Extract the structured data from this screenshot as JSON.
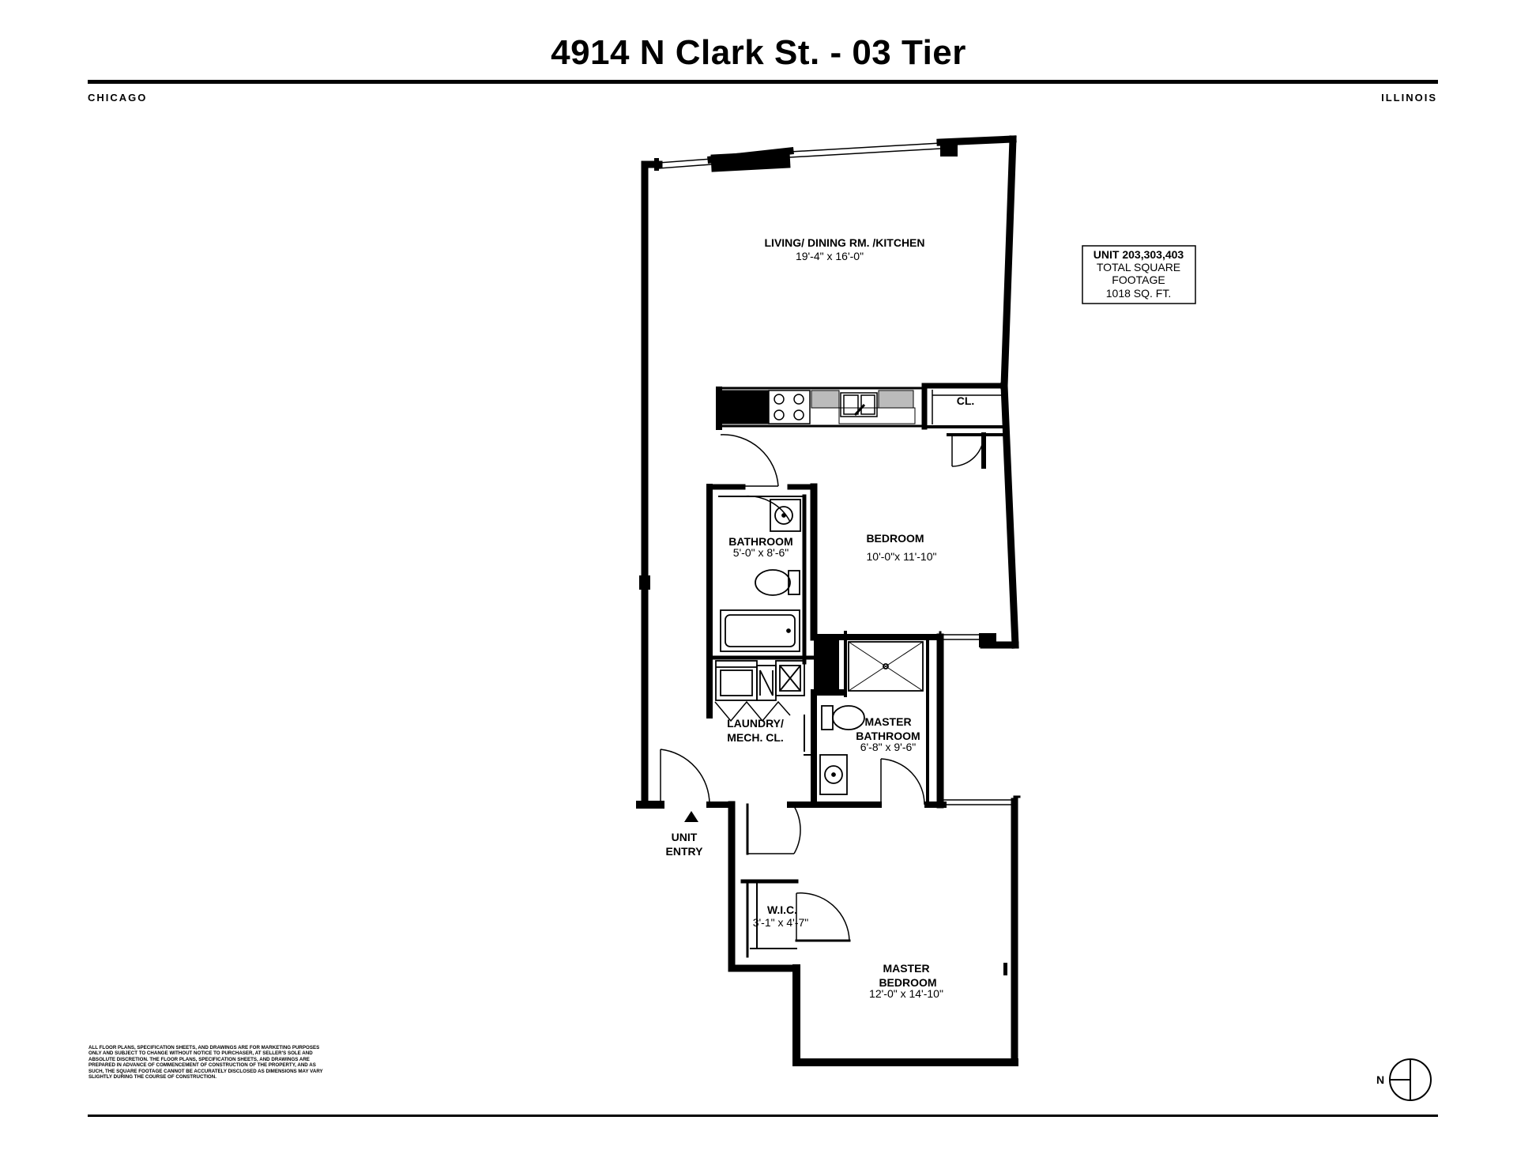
{
  "header": {
    "title": "4914 N Clark St. - 03 Tier",
    "city": "CHICAGO",
    "state": "ILLINOIS"
  },
  "rooms": {
    "living": {
      "name": "LIVING/ DINING RM. /KITCHEN",
      "dims": "19'-4\" x 16'-0\""
    },
    "closet": {
      "name": "CL."
    },
    "bathroom": {
      "name": "BATHROOM",
      "dims": "5'-0\" x 8'-6\""
    },
    "bedroom": {
      "name": "BEDROOM",
      "dims": "10'-0\"x 11'-10\""
    },
    "laundry": {
      "line1": "LAUNDRY/",
      "line2": "MECH. CL."
    },
    "master_bath": {
      "line1": "MASTER",
      "line2": "BATHROOM",
      "dims": "6'-8\" x 9'-6\""
    },
    "wic": {
      "name": "W.I.C.",
      "dims": "3'-1\" x 4'-7\""
    },
    "master_bed": {
      "line1": "MASTER",
      "line2": "BEDROOM",
      "dims": "12'-0\" x 14'-10\""
    },
    "entry": {
      "line1": "UNIT",
      "line2": "ENTRY"
    }
  },
  "unit_box": {
    "line1": "UNIT 203,303,403",
    "line2": "TOTAL SQUARE",
    "line3": "FOOTAGE",
    "line4": "1018 SQ. FT."
  },
  "compass": {
    "label": "N"
  },
  "disclaimer": "ALL FLOOR PLANS, SPECIFICATION SHEETS, AND DRAWINGS ARE FOR MARKETING PURPOSES ONLY AND SUBJECT TO CHANGE WITHOUT NOTICE TO PURCHASER, AT SELLER'S SOLE AND ABSOLUTE DISCRETION. THE FLOOR PLANS, SPECIFICATION SHEETS, AND DRAWINGS ARE PREPARED IN ADVANCE OF COMMENCEMENT OF CONSTRUCTION OF THE PROPERTY, AND AS SUCH, THE SQUARE FOOTAGE CANNOT BE ACCURATELY DISCLOSED AS DIMENSIONS MAY VARY SLIGHTLY DURING THE COURSE OF CONSTRUCTION."
}
